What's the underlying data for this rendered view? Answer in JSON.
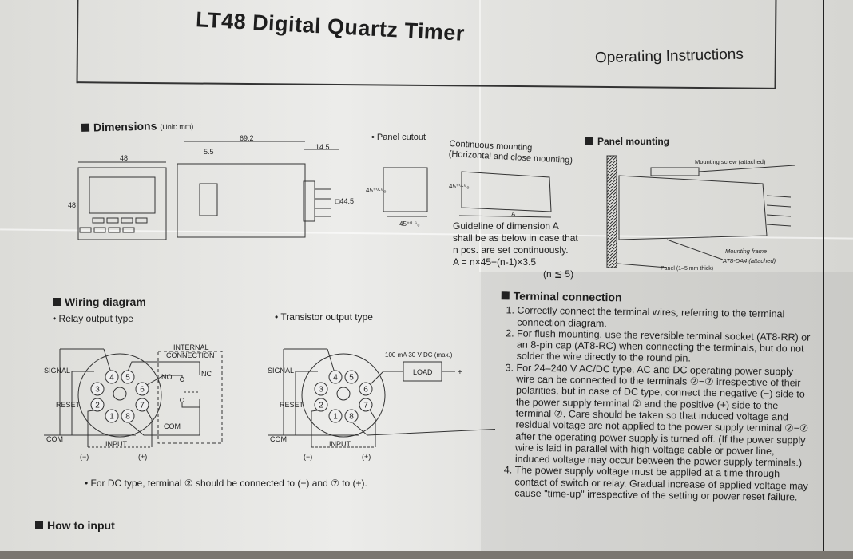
{
  "header": {
    "title": "LT48 Digital Quartz Timer",
    "subtitle": "Operating Instructions"
  },
  "dimensions": {
    "heading": "Dimensions",
    "unit": "(Unit: mm)",
    "labels": {
      "w48": "48",
      "h48": "48",
      "d69": "69.2",
      "d55": "5.5",
      "d145": "14.5",
      "sq445": "□44.5"
    },
    "panel_cutout": "Panel cutout",
    "cutout_h": "45⁺⁰·⁶₀",
    "cutout_w": "45⁺⁰·⁶₀"
  },
  "continuous": {
    "title_line1": "Continuous mounting",
    "title_line2": "(Horizontal and close mounting)",
    "h_label": "45⁺⁰·⁶₀",
    "a_label": "A",
    "guideline": [
      "Guideline of dimension A",
      "shall be as below in case that",
      "n pcs. are set continuously.",
      "A = n×45+(n-1)×3.5"
    ],
    "condition": "(n ≦ 5)"
  },
  "panel_mounting": {
    "heading": "Panel mounting",
    "screw": "Mounting screw (attached)",
    "frame_line1": "Mounting frame",
    "frame_line2": "AT8-DA4 (attached)",
    "panel": "Panel (1–5 mm thick)"
  },
  "wiring": {
    "heading": "Wiring diagram",
    "relay_type": "Relay output type",
    "transistor_type": "Transistor output type",
    "signal": "SIGNAL",
    "reset": "RESET",
    "com": "COM",
    "input": "INPUT",
    "minus": "(−)",
    "plus": "(+)",
    "internal_line1": "INTERNAL",
    "internal_line2": "CONNECTION",
    "no": "NO",
    "nc": "NC",
    "load": "LOAD",
    "load_rating": "100 mA 30 V DC (max.)",
    "load_plus": "+",
    "load_minus": "−",
    "pins": [
      "1",
      "2",
      "3",
      "4",
      "5",
      "6",
      "7",
      "8"
    ],
    "note": "• For DC type, terminal ② should be connected to (−) and ⑦ to (+)."
  },
  "terminal": {
    "heading": "Terminal connection",
    "items": [
      "Correctly connect the terminal wires, referring to the terminal connection diagram.",
      "For flush mounting, use the reversible terminal socket (AT8-RR) or an 8-pin cap (AT8-RC) when connecting the terminals, but do not solder the wire directly to the round pin.",
      "For 24–240 V AC/DC type, AC and DC operating power supply wire can be connected to the terminals ②−⑦ irrespective of their polarities, but in case of DC type, connect the negative (−) side to the power supply terminal ② and the positive (+) side to the terminal ⑦. Care should be taken so that induced voltage and residual voltage are not applied to the power supply terminal ②−⑦ after the operating power supply is turned off. (If the power supply wire is laid in parallel with high-voltage cable or power line, induced voltage may occur between the power supply terminals.)",
      "The power supply voltage must be applied at a time through contact of switch or relay. Gradual increase of applied voltage may cause \"time-up\" irrespective of the setting or power reset failure."
    ]
  },
  "how_to_input": {
    "heading": "How to input"
  }
}
